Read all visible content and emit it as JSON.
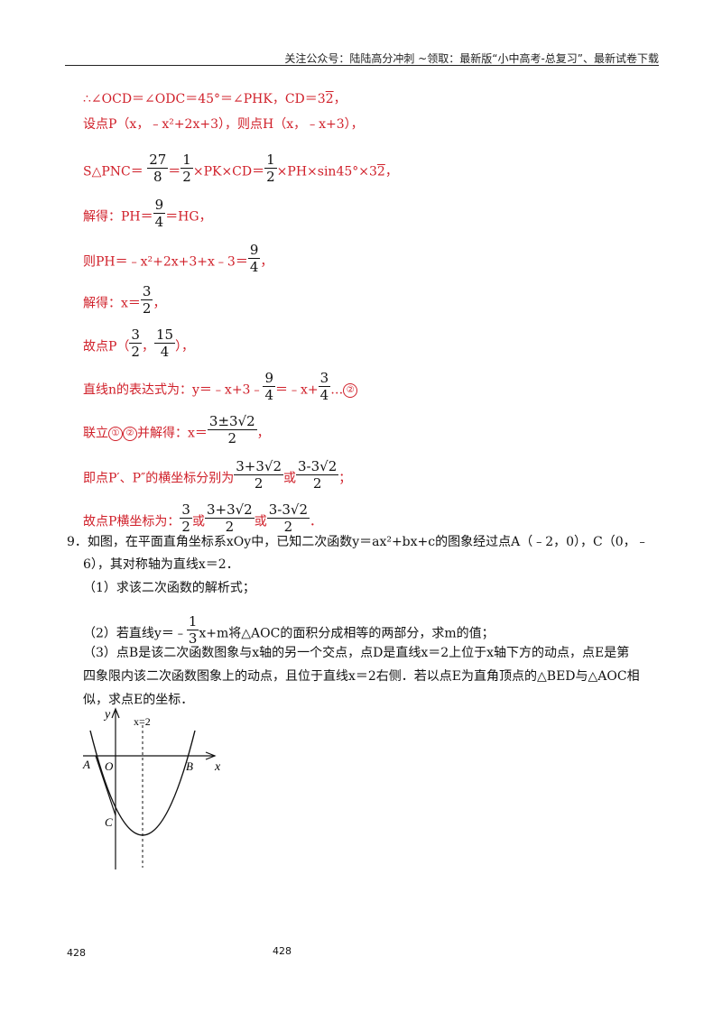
{
  "header": {
    "text": "关注公众号：陆陆高分冲刺  ~领取：最新版“小中高考-总复习”、最新试卷下载"
  },
  "solution": {
    "l1_a": "∴∠OCD＝∠ODC＝45°＝∠PHK，CD＝3",
    "l1_b": "2",
    "l1_c": "，",
    "l2": "设点P（x，﹣x²+2x+3），则点H（x，﹣x+3），",
    "l3_pre": "S△PNC＝",
    "l3_f1n": "27",
    "l3_f1d": "8",
    "l3_eq": "＝",
    "l3_f2n": "1",
    "l3_f2d": "2",
    "l3_mid": "×PK×CD＝",
    "l3_f3n": "1",
    "l3_f3d": "2",
    "l3_end": "×PH×sin45°×3",
    "l3_rad": "2",
    "l3_tail": "，",
    "l4_pre": "解得：PH＝",
    "l4_fn": "9",
    "l4_fd": "4",
    "l4_post": "＝HG，",
    "l5_pre": "则PH＝﹣x²+2x+3+x﹣3＝",
    "l5_fn": "9",
    "l5_fd": "4",
    "l5_post": "，",
    "l6_pre": "解得：x＝",
    "l6_fn": "3",
    "l6_fd": "2",
    "l6_post": "，",
    "l7_pre": "故点P（",
    "l7_f1n": "3",
    "l7_f1d": "2",
    "l7_sep": "，",
    "l7_f2n": "15",
    "l7_f2d": "4",
    "l7_post": "），",
    "l8_pre": "直线n的表达式为：y＝﹣x+3﹣",
    "l8_f1n": "9",
    "l8_f1d": "4",
    "l8_mid": "＝﹣x+",
    "l8_f2n": "3",
    "l8_f2d": "4",
    "l8_post": "…",
    "l8_circ": "②",
    "l9_pre": "联立",
    "l9_c1": "①",
    "l9_c2": "②",
    "l9_mid": "并解得：x＝",
    "l9_fn": "3±3√2",
    "l9_fd": "2",
    "l9_post": "，",
    "l10_pre": "即点P′、P″的横坐标分别为",
    "l10_f1n": "3+3√2",
    "l10_f1d": "2",
    "l10_or": "或",
    "l10_f2n": "3-3√2",
    "l10_f2d": "2",
    "l10_post": "；",
    "l11_pre": "故点P横坐标为：",
    "l11_f1n": "3",
    "l11_f1d": "2",
    "l11_or1": "或",
    "l11_f2n": "3+3√2",
    "l11_f2d": "2",
    "l11_or2": "或",
    "l11_f3n": "3-3√2",
    "l11_f3d": "2",
    "l11_post": "．"
  },
  "problem": {
    "p1": "9．如图，在平面直角坐标系xOy中，已知二次函数y＝ax²+bx+c的图象经过点A（﹣2，0），C（0，﹣",
    "p2": "6），其对称轴为直线x＝2．",
    "q1": "（1）求该二次函数的解析式；",
    "q2_pre": "（2）若直线y＝﹣",
    "q2_fn": "1",
    "q2_fd": "3",
    "q2_post": "x+m将△AOC的面积分成相等的两部分，求m的值；",
    "q3_l1": "（3）点B是该二次函数图象与x轴的另一个交点，点D是直线x＝2上位于x轴下方的动点，点E是第",
    "q3_l2": "四象限内该二次函数图象上的动点，且位于直线x＝2右侧．若以点E为直角顶点的△BED与△AOC相",
    "q3_l3": "似，求点E的坐标．"
  },
  "figure": {
    "y_label": "y",
    "x_label": "x",
    "axis_line_label": "x=2",
    "A": "A",
    "O": "O",
    "B": "B",
    "C": "C"
  },
  "footer": {
    "page_left": "428",
    "page_center": "428"
  }
}
